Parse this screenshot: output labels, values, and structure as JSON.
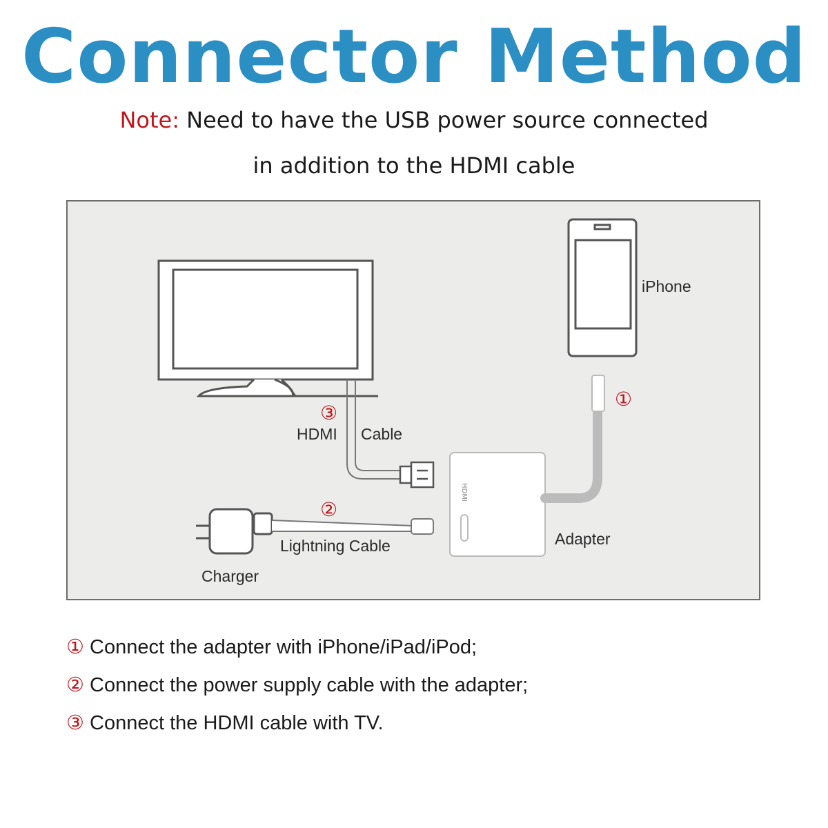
{
  "title": "Connector Method",
  "note": {
    "label": "Note:",
    "line1": "Need to have the USB power source connected",
    "line2": "in addition to the HDMI cable"
  },
  "diagram": {
    "labels": {
      "iphone": "iPhone",
      "hdmi": "HDMI",
      "cable": "Cable",
      "lightning_cable": "Lightning Cable",
      "charger": "Charger",
      "adapter": "Adapter",
      "adapter_port_text": "HDMI"
    },
    "markers": {
      "one": "①",
      "two": "②",
      "three": "③"
    }
  },
  "steps": [
    {
      "num": "①",
      "text": "Connect the adapter with iPhone/iPad/iPod;"
    },
    {
      "num": "②",
      "text": "Connect the power supply cable with the adapter;"
    },
    {
      "num": "③",
      "text": "Connect the HDMI cable with TV."
    }
  ],
  "colors": {
    "title": "#2b8fc4",
    "accent_red": "#c0161c",
    "panel_bg": "#ececea"
  }
}
